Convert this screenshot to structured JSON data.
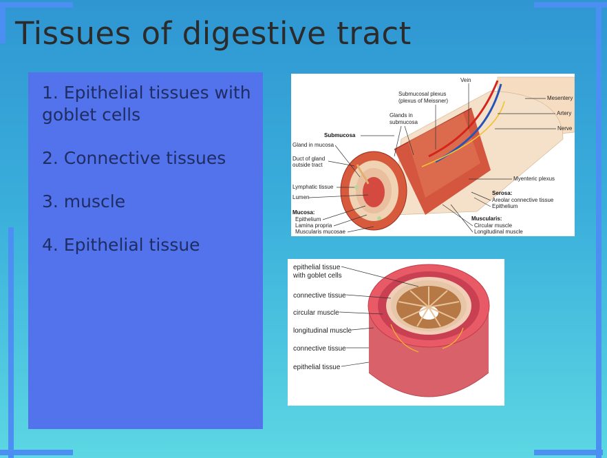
{
  "slide": {
    "title": "Tissues of digestive tract",
    "items": [
      "1. Epithelial tissues with goblet cells",
      "2. Connective tissues",
      "3. muscle",
      "4. Epithelial tissue"
    ]
  },
  "figure1": {
    "labels": {
      "vein": "Vein",
      "submucosal_plexus": "Submucosal plexus",
      "plexus_meissner": "(plexus of Meissner)",
      "glands_in": "Glands in",
      "submucosa_small": "submucosa",
      "mesentery": "Mesentery",
      "artery": "Artery",
      "nerve": "Nerve",
      "submucosa": "Submucosa",
      "gland_in_mucosa": "Gland in mucosa",
      "duct_of_gland": "Duct of gland",
      "outside_tract": "outside tract",
      "lymphatic_tissue": "Lymphatic tissue",
      "lumen": "Lumen",
      "mucosa": "Mucosa:",
      "epithelium": "Epithelium",
      "lamina_propria": "Lamina propria",
      "muscularis_mucosae": "Muscularis mucosae",
      "myenteric_plexus": "Myenteric plexus",
      "serosa": "Serosa:",
      "areolar": "Areolar connective tissue",
      "epithelium2": "Epithelium",
      "muscularis": "Muscularis:",
      "circular_muscle": "Circular muscle",
      "longitudinal_muscle": "Longitudinal muscle"
    }
  },
  "figure2": {
    "labels": {
      "epithelial_goblet_1": "epithelial tissue",
      "epithelial_goblet_2": "with goblet cells",
      "connective_1": "connective tissue",
      "circular": "circular muscle",
      "longitudinal": "longitudinal muscle",
      "connective_2": "connective tissue",
      "epithelial": "epithelial tissue"
    }
  }
}
